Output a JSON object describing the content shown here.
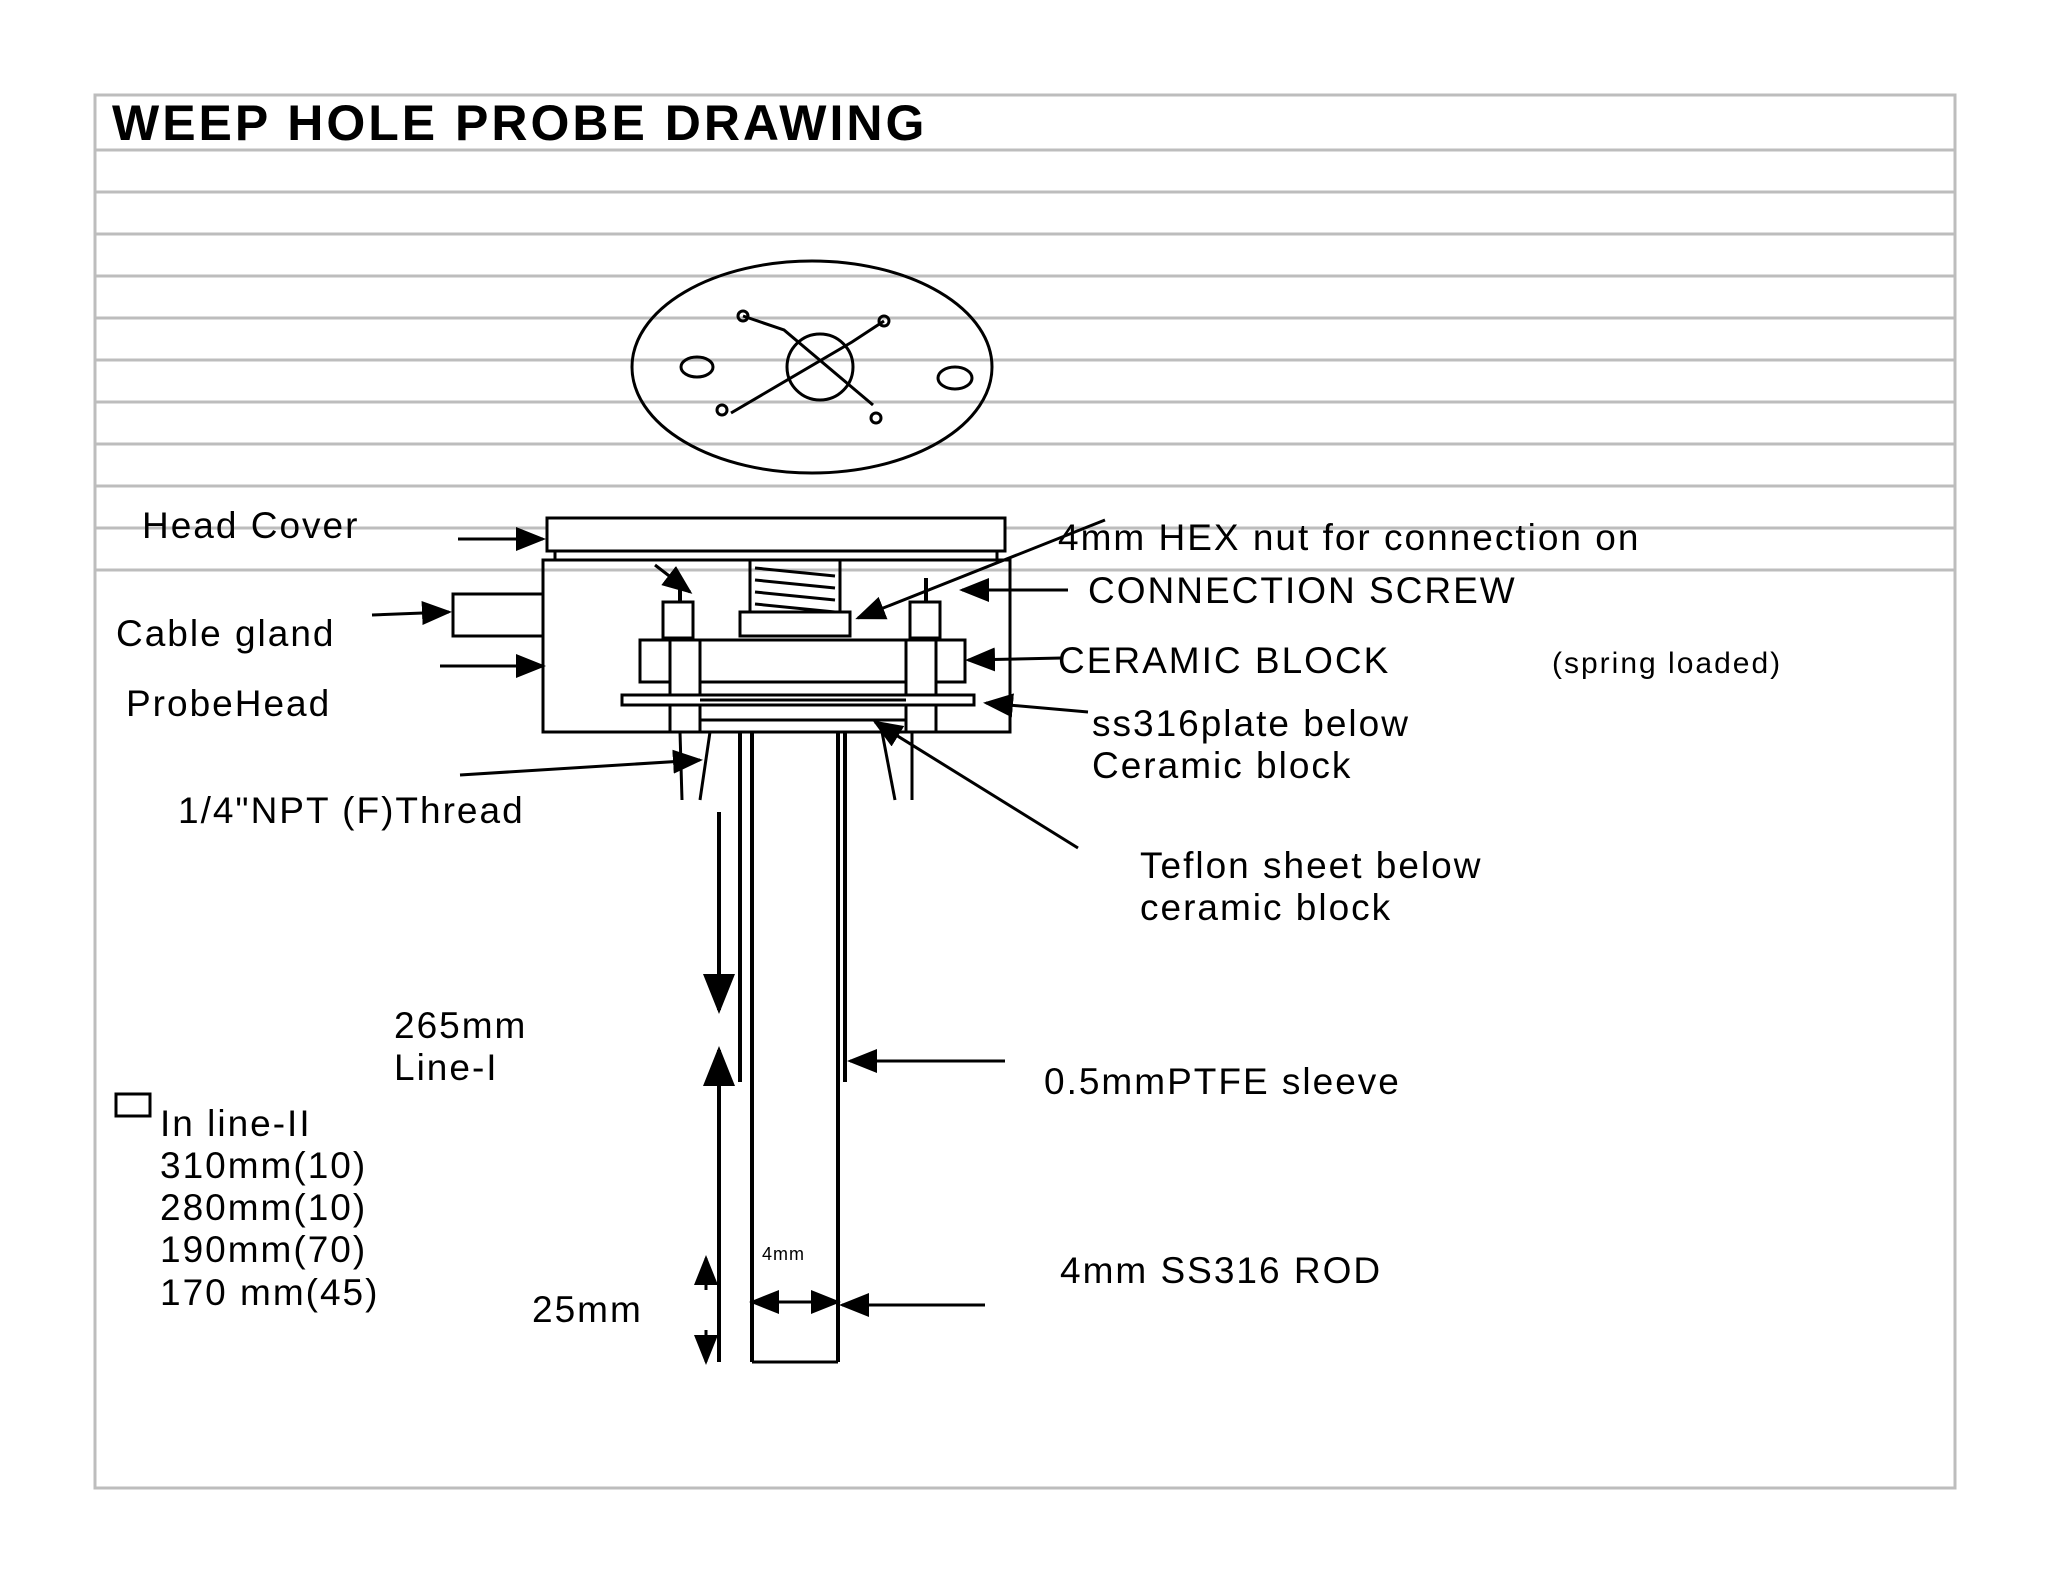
{
  "title": "WEEP HOLE  PROBE DRAWING",
  "labels": {
    "head_cover": "Head Cover",
    "cable_gland": "Cable gland",
    "probe_head": "ProbeHead",
    "npt_thread": "1/4\"NPT (F)Thread",
    "hex_nut": "4mm HEX  nut for connection on",
    "connection_screw": "CONNECTION  SCREW",
    "ceramic_block": "CERAMIC BLOCK",
    "ceramic_block_note": "(spring  loaded)",
    "ss316_plate_1": "ss316plate below",
    "ss316_plate_2": "Ceramic block",
    "teflon_1": "Teflon sheet below",
    "teflon_2": "ceramic block",
    "length_265": "265mm",
    "line_1": "Line-I",
    "in_line_2": "In line-II",
    "len_310": "310mm(10)",
    "len_280": "280mm(10)",
    "len_190": "190mm(70)",
    "len_170": "170 mm(45)",
    "dim_25": "25mm",
    "dim_4": "4mm",
    "ptfe_sleeve": "0.5mmPTFE sleeve",
    "rod": "4mm SS316 ROD"
  }
}
